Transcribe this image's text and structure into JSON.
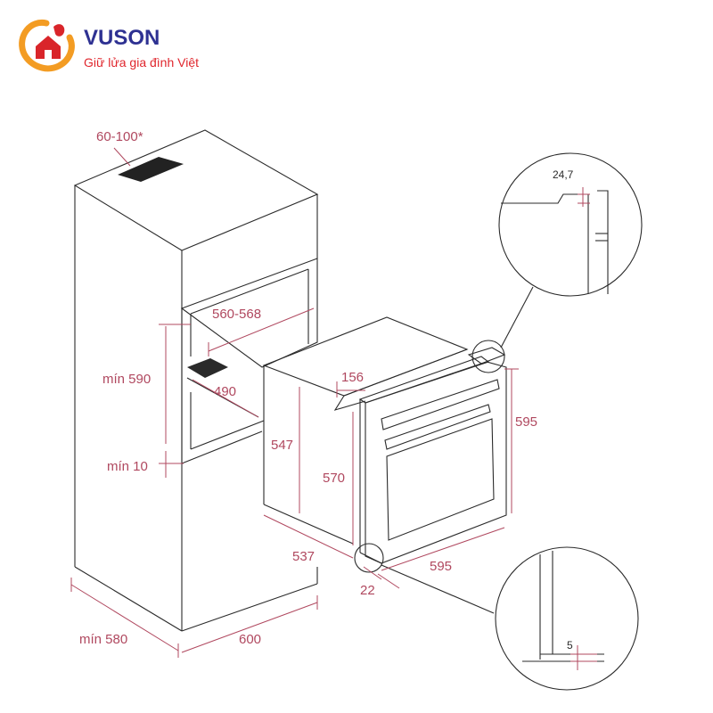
{
  "brand": {
    "name": "VUSON",
    "slogan": "Giữ lửa gia đình Việt",
    "colors": {
      "primary": "#2e3192",
      "accent": "#e0262d",
      "logo_orange": "#f39c23",
      "logo_red": "#d9252a"
    },
    "logo_icon": "house-flame-logo-icon"
  },
  "diagram": {
    "dimension_color": "#b0485f",
    "line_color": "#2b2b2b",
    "cabinet_labels": {
      "top_vent": "60-100*",
      "niche_width": "560-568",
      "niche_height": "mín 590",
      "niche_depth": "490",
      "bottom_gap": "mín 10",
      "cabinet_depth": "mín 580",
      "cabinet_width": "600"
    },
    "oven_labels": {
      "panel_depth": "156",
      "body_height": "547",
      "inner_height": "570",
      "total_height": "595",
      "body_depth": "537",
      "front_width": "595",
      "front_offset": "22"
    },
    "detail_labels": {
      "top_detail": "24,7",
      "bottom_detail": "5"
    }
  }
}
